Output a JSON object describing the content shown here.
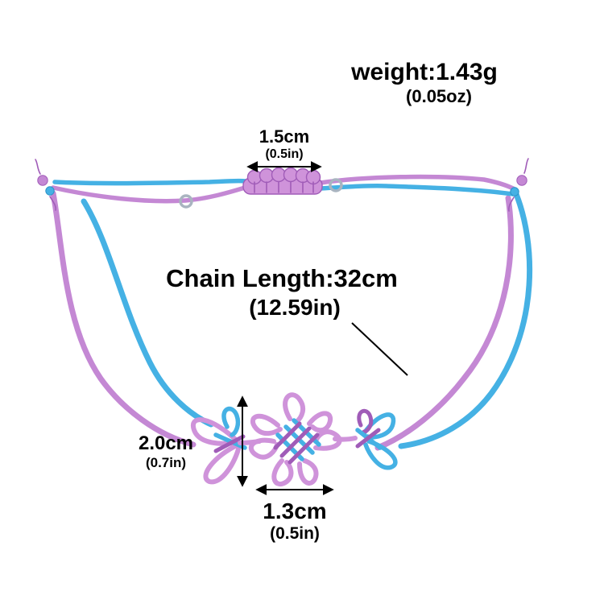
{
  "image": {
    "description": "Adjustable purple and blue cord bracelet with Chinese knot centerpiece, annotated with dimensions",
    "background": "#ffffff"
  },
  "annotations": {
    "weight": {
      "value": "weight:1.43g",
      "unit_alt": "(0.05oz)"
    },
    "slider_width": {
      "value": "1.5cm",
      "unit_alt": "(0.5in)"
    },
    "chain_length": {
      "value": "Chain Length:32cm",
      "unit_alt": "(12.59in)"
    },
    "knot_height": {
      "value": "2.0cm",
      "unit_alt": "(0.7in)"
    },
    "knot_width": {
      "value": "1.3cm",
      "unit_alt": "(0.5in)"
    }
  },
  "colors": {
    "cord-purple": "#c488d4",
    "cord-purple-dark": "#a05cb8",
    "cord-blue": "#45b1e4",
    "cord-blue-dark": "#2b93c8",
    "knot-pink": "#cf93da",
    "ring-silver": "#a9b4c0",
    "annotation": "#000000"
  }
}
